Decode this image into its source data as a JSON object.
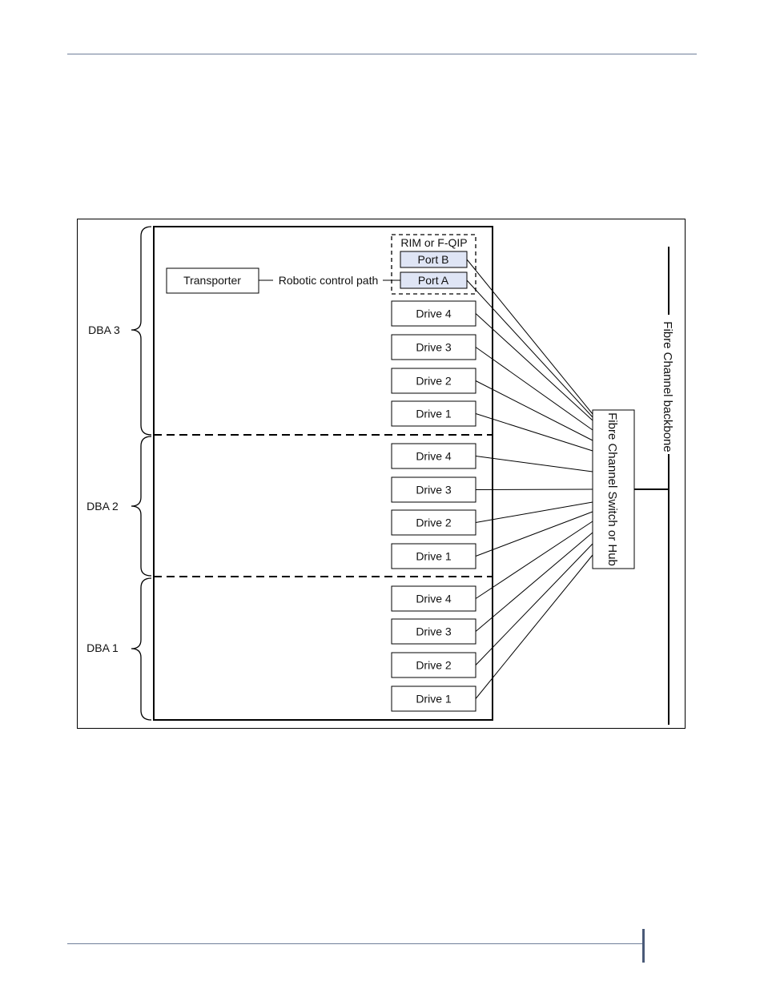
{
  "diagram": {
    "rim_label": "RIM or F-QIP",
    "port_b": "Port B",
    "port_a": "Port A",
    "transporter": "Transporter",
    "robotic_path": "Robotic control path",
    "switch_label": "Fibre Channel Switch or Hub",
    "backbone_label": "Fibre Channel backbone",
    "dbas": [
      {
        "label": "DBA 3",
        "drives": [
          "Drive 4",
          "Drive 3",
          "Drive 2",
          "Drive 1"
        ]
      },
      {
        "label": "DBA 2",
        "drives": [
          "Drive 4",
          "Drive 3",
          "Drive 2",
          "Drive 1"
        ]
      },
      {
        "label": "DBA 1",
        "drives": [
          "Drive 4",
          "Drive 3",
          "Drive 2",
          "Drive 1"
        ]
      }
    ],
    "colors": {
      "port_fill": "#dfe5f5",
      "line": "#000000"
    }
  }
}
